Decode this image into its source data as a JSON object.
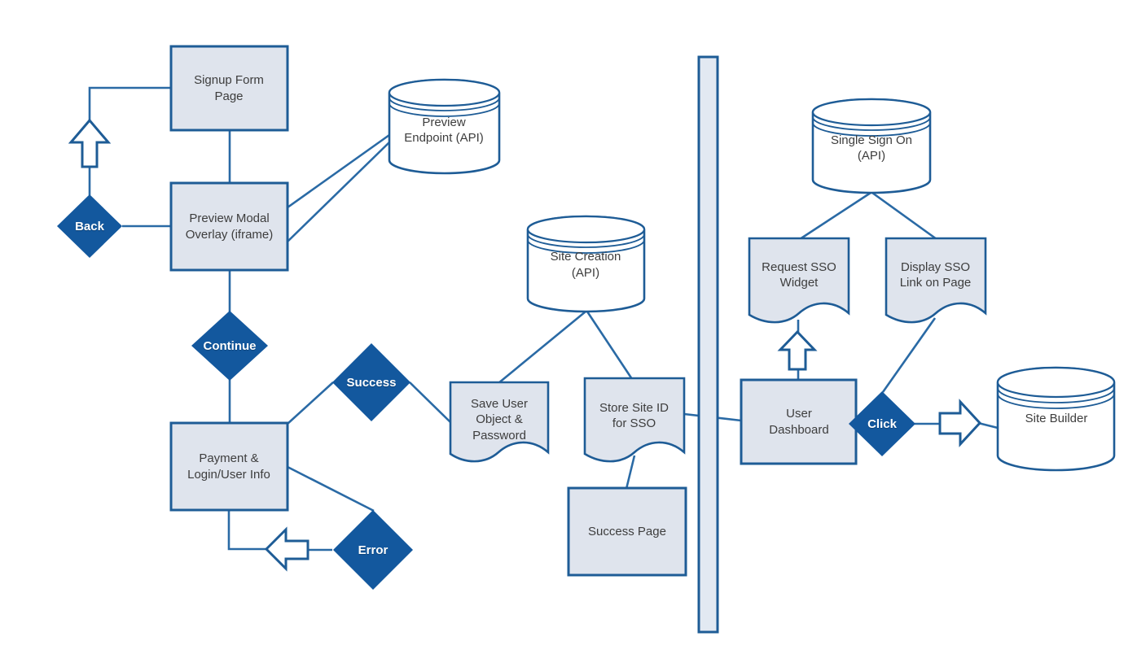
{
  "diagram": {
    "colors": {
      "background": "#ffffff",
      "node_fill": "#dfe4ed",
      "node_border": "#1e5c96",
      "cylinder_fill": "#ffffff",
      "decision_fill": "#13589e",
      "decision_text": "#ffffff",
      "connector": "#2a6aa5",
      "divider_fill": "#e2e9f2",
      "label_text": "#3d3d3d"
    },
    "nodes": {
      "signup_form": {
        "type": "process",
        "label": "Signup Form Page"
      },
      "preview_modal": {
        "type": "process",
        "label": "Preview Modal Overlay (iframe)"
      },
      "preview_endpoint": {
        "type": "database",
        "label": "Preview Endpoint (API)"
      },
      "back": {
        "type": "decision",
        "label": "Back"
      },
      "continue": {
        "type": "decision",
        "label": "Continue"
      },
      "payment_login": {
        "type": "process",
        "label": "Payment & Login/User Info"
      },
      "success": {
        "type": "decision",
        "label": "Success"
      },
      "error": {
        "type": "decision",
        "label": "Error"
      },
      "save_user": {
        "type": "document",
        "label": "Save User Object & Password"
      },
      "site_creation": {
        "type": "database",
        "label": "Site Creation (API)"
      },
      "store_site_id": {
        "type": "document",
        "label": "Store Site ID for SSO"
      },
      "success_page": {
        "type": "process",
        "label": "Success Page"
      },
      "single_sign_on": {
        "type": "database",
        "label": "Single Sign On (API)"
      },
      "request_sso": {
        "type": "document",
        "label": "Request SSO Widget"
      },
      "display_sso": {
        "type": "document",
        "label": "Display SSO Link on Page"
      },
      "user_dashboard": {
        "type": "process",
        "label": "User Dashboard"
      },
      "click": {
        "type": "decision",
        "label": "Click"
      },
      "site_builder": {
        "type": "database",
        "label": "Site Builder"
      }
    },
    "edges": [
      {
        "from": "preview_modal",
        "to": "signup_form",
        "via": "back"
      },
      {
        "from": "signup_form",
        "to": "preview_modal"
      },
      {
        "from": "preview_modal",
        "to": "preview_endpoint"
      },
      {
        "from": "preview_modal",
        "to": "preview_endpoint"
      },
      {
        "from": "preview_modal",
        "to": "payment_login",
        "via": "continue"
      },
      {
        "from": "payment_login",
        "to": "save_user",
        "via": "success"
      },
      {
        "from": "payment_login",
        "to": "payment_login",
        "via": "error"
      },
      {
        "from": "site_creation",
        "to": "save_user"
      },
      {
        "from": "site_creation",
        "to": "store_site_id"
      },
      {
        "from": "store_site_id",
        "to": "success_page"
      },
      {
        "from": "store_site_id",
        "to": "user_dashboard"
      },
      {
        "from": "single_sign_on",
        "to": "request_sso"
      },
      {
        "from": "single_sign_on",
        "to": "display_sso"
      },
      {
        "from": "request_sso",
        "to": "user_dashboard"
      },
      {
        "from": "display_sso",
        "to": "click"
      },
      {
        "from": "user_dashboard",
        "to": "site_builder",
        "via": "click"
      }
    ]
  }
}
